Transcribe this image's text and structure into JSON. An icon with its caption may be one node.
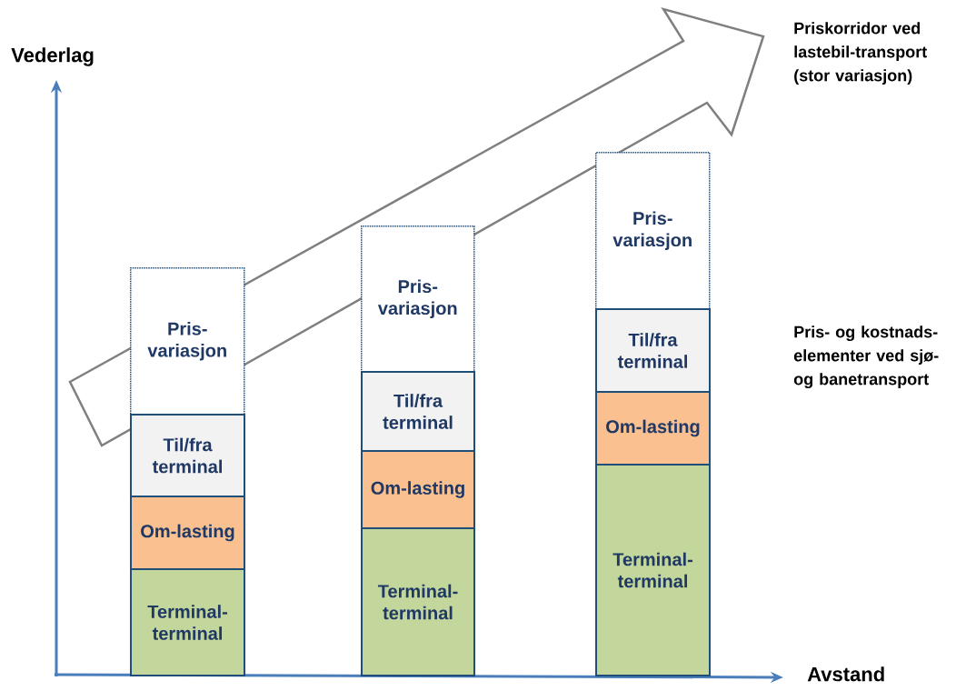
{
  "diagram": {
    "nodes": [
      {
        "text": [
          "Pris-variasjon"
        ]
      },
      {
        "text": [
          "Til/fra terminal"
        ]
      },
      {
        "text": [
          "Om-lasting"
        ]
      },
      {
        "text": [
          "Terminal-terminal"
        ]
      },
      {
        "text": [
          "Pris-variasjon"
        ]
      },
      {
        "text": [
          "Til/fra terminal"
        ]
      },
      {
        "text": [
          "Om-lasting"
        ]
      },
      {
        "text": [
          "Terminal-terminal"
        ]
      },
      {
        "text": [
          "Pris-variasjon"
        ]
      },
      {
        "text": [
          "Til/fra terminal"
        ]
      },
      {
        "text": [
          "Om-lasting"
        ]
      },
      {
        "text": [
          "Terminal-terminal"
        ]
      }
    ],
    "labels": [
      "Vederlag",
      "Priskorridor ved lastebil-transport (stor variasjon)",
      "Pris- og kostnads-elementer ved sjø- og banetransport",
      "Avstand"
    ]
  }
}
